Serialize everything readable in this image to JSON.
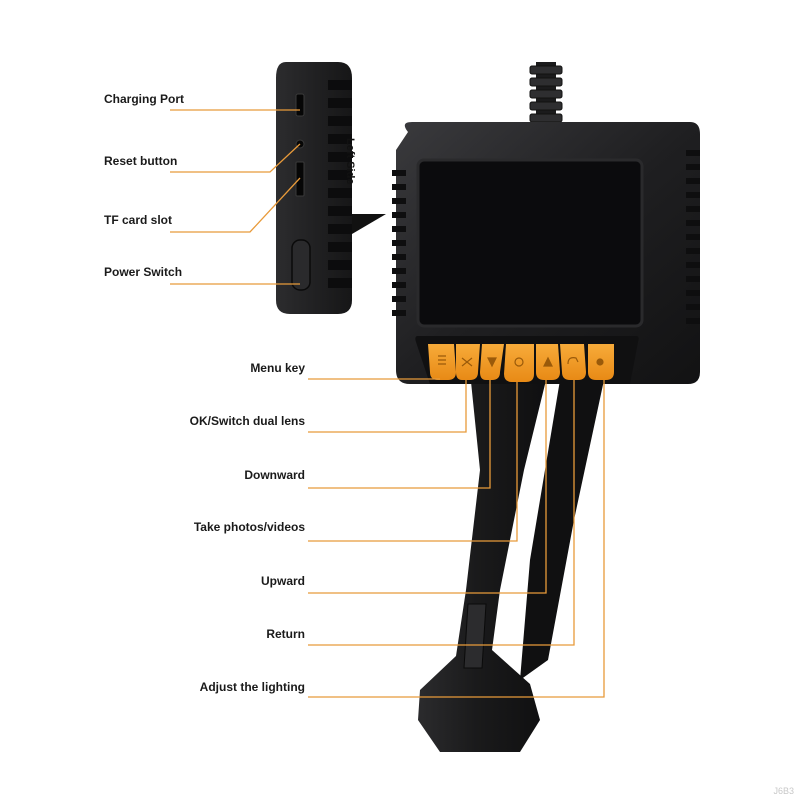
{
  "colors": {
    "accent": "#f5a623",
    "button_orange": "#f39a26",
    "device_body": "#1f1f21",
    "screen": "#0d0d0f",
    "callout_line": "#e89a3a"
  },
  "side_panel": {
    "title": "Left Side",
    "labels": [
      {
        "text": "Charging Port"
      },
      {
        "text": "Reset button"
      },
      {
        "text": "TF card slot"
      },
      {
        "text": "Power Switch"
      }
    ]
  },
  "buttons": {
    "labels": [
      {
        "text": "Menu key"
      },
      {
        "text": "OK/Switch dual lens"
      },
      {
        "text": "Downward"
      },
      {
        "text": "Take photos/videos"
      },
      {
        "text": "Upward"
      },
      {
        "text": "Return"
      },
      {
        "text": "Adjust the lighting"
      }
    ],
    "icons": [
      "menu-icon",
      "switch-lens-icon",
      "down-arrow-icon",
      "camera-icon",
      "up-arrow-icon",
      "return-icon",
      "light-icon"
    ]
  },
  "watermark": "J6B3"
}
